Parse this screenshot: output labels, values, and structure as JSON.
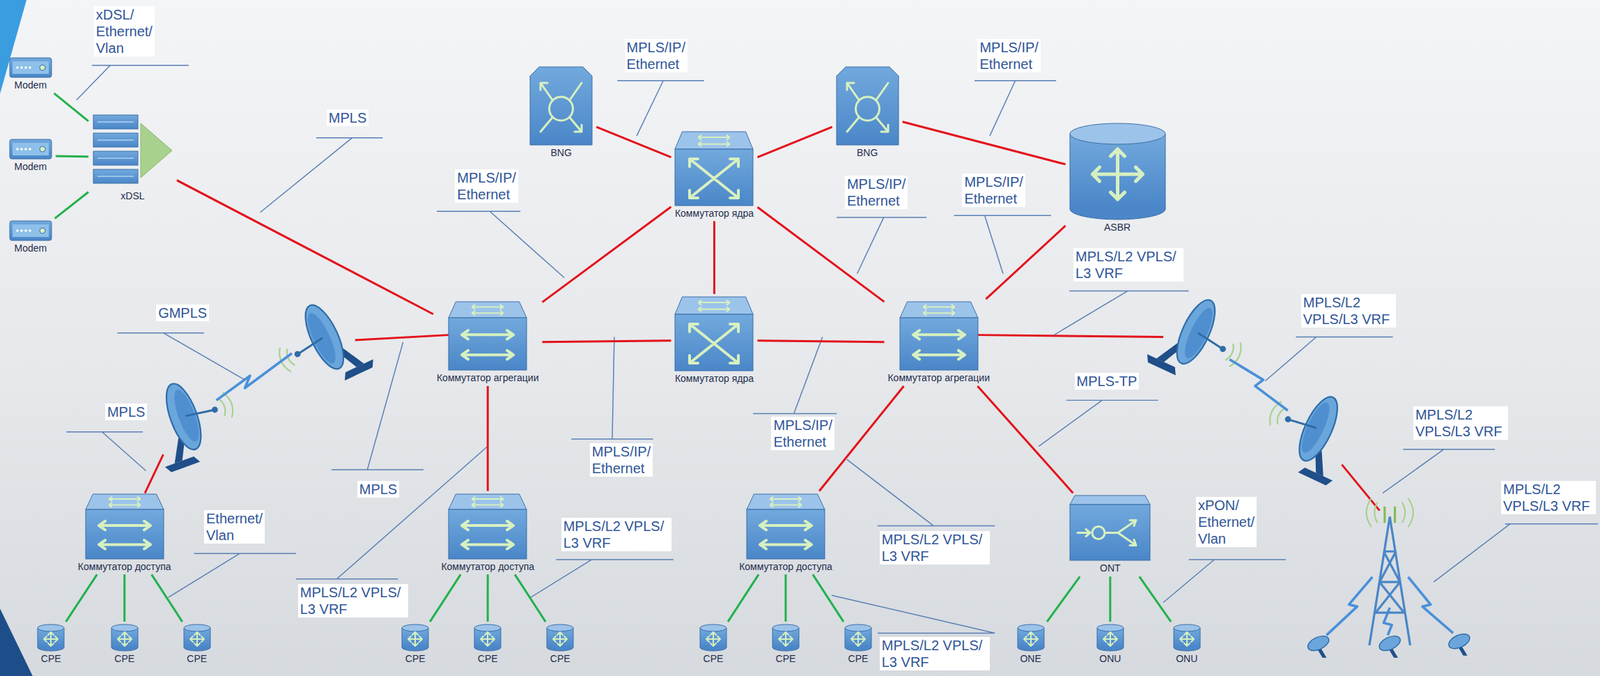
{
  "diagram": {
    "nodes": [
      {
        "text": [
          "Modem"
        ]
      },
      {
        "text": [
          "Modem"
        ]
      },
      {
        "text": [
          "Modem"
        ]
      },
      {
        "text": [
          "xDSL"
        ]
      },
      {
        "text": [
          "BNG"
        ]
      },
      {
        "text": [
          "Коммутатор ядра"
        ]
      },
      {
        "text": [
          "BNG"
        ]
      },
      {
        "text": [
          "ASBR"
        ]
      },
      {
        "text": [
          "Коммутатор агрегации"
        ]
      },
      {
        "text": [
          "Коммутатор ядра"
        ]
      },
      {
        "text": [
          "Коммутатор агрегации"
        ]
      },
      {
        "text": [
          "Коммутатор доступа"
        ]
      },
      {
        "text": [
          "Коммутатор доступа"
        ]
      },
      {
        "text": [
          "Коммутатор доступа"
        ]
      },
      {
        "text": [
          "ONT"
        ]
      },
      {
        "text": [
          "CPE"
        ]
      },
      {
        "text": [
          "CPE"
        ]
      },
      {
        "text": [
          "CPE"
        ]
      },
      {
        "text": [
          "CPE"
        ]
      },
      {
        "text": [
          "CPE"
        ]
      },
      {
        "text": [
          "CPE"
        ]
      },
      {
        "text": [
          "CPE"
        ]
      },
      {
        "text": [
          "CPE"
        ]
      },
      {
        "text": [
          "CPE"
        ]
      },
      {
        "text": [
          "ONE"
        ]
      },
      {
        "text": [
          "ONU"
        ]
      },
      {
        "text": [
          "ONU"
        ]
      }
    ],
    "edges": [
      {
        "from": 0,
        "to": 3,
        "arrow": "none"
      },
      {
        "from": 1,
        "to": 3,
        "arrow": "none"
      },
      {
        "from": 2,
        "to": 3,
        "arrow": "none"
      },
      {
        "from": 3,
        "to": 8,
        "arrow": "none"
      },
      {
        "from": 4,
        "to": 5,
        "arrow": "none"
      },
      {
        "from": 5,
        "to": 6,
        "arrow": "none"
      },
      {
        "from": 6,
        "to": 7,
        "arrow": "none"
      },
      {
        "from": 5,
        "to": 8,
        "arrow": "none"
      },
      {
        "from": 5,
        "to": 9,
        "arrow": "none"
      },
      {
        "from": 5,
        "to": 10,
        "arrow": "none"
      },
      {
        "from": 8,
        "to": 9,
        "arrow": "none"
      },
      {
        "from": 9,
        "to": 10,
        "arrow": "none"
      },
      {
        "from": 7,
        "to": 10,
        "arrow": "none"
      },
      {
        "from": 8,
        "to": 12,
        "arrow": "none"
      },
      {
        "from": 10,
        "to": 13,
        "arrow": "none"
      },
      {
        "from": 10,
        "to": 14,
        "arrow": "none"
      },
      {
        "from": 11,
        "to": 15,
        "arrow": "none"
      },
      {
        "from": 11,
        "to": 16,
        "arrow": "none"
      },
      {
        "from": 11,
        "to": 17,
        "arrow": "none"
      },
      {
        "from": 12,
        "to": 18,
        "arrow": "none"
      },
      {
        "from": 12,
        "to": 19,
        "arrow": "none"
      },
      {
        "from": 12,
        "to": 20,
        "arrow": "none"
      },
      {
        "from": 13,
        "to": 21,
        "arrow": "none"
      },
      {
        "from": 13,
        "to": 22,
        "arrow": "none"
      },
      {
        "from": 13,
        "to": 23,
        "arrow": "none"
      },
      {
        "from": 14,
        "to": 24,
        "arrow": "none"
      },
      {
        "from": 14,
        "to": 25,
        "arrow": "none"
      },
      {
        "from": 14,
        "to": 26,
        "arrow": "none"
      }
    ],
    "labels": [
      "xDSL/ Ethernet/ Vlan",
      "MPLS",
      "MPLS/IP/ Ethernet",
      "MPLS/IP/ Ethernet",
      "MPLS/IP/ Ethernet",
      "MPLS/IP/ Ethernet",
      "MPLS/IP/ Ethernet",
      "MPLS/L2 VPLS/ L3 VRF",
      "GMPLS",
      "MPLS",
      "MPLS/L2 VPLS/L3 VRF",
      "MPLS/L2 VPLS/L3 VRF",
      "MPLS/L2 VPLS/L3 VRF",
      "MPLS-TP",
      "MPLS",
      "MPLS/IP/ Ethernet",
      "MPLS/IP/ Ethernet",
      "Ethernet/ Vlan",
      "MPLS/L2 VPLS/ L3 VRF",
      "MPLS/L2 VPLS/ L3 VRF",
      "MPLS/L2 VPLS/ L3 VRF",
      "MPLS/L2 VPLS/ L3 VRF",
      "xPON/ Ethernet/ Vlan"
    ]
  }
}
